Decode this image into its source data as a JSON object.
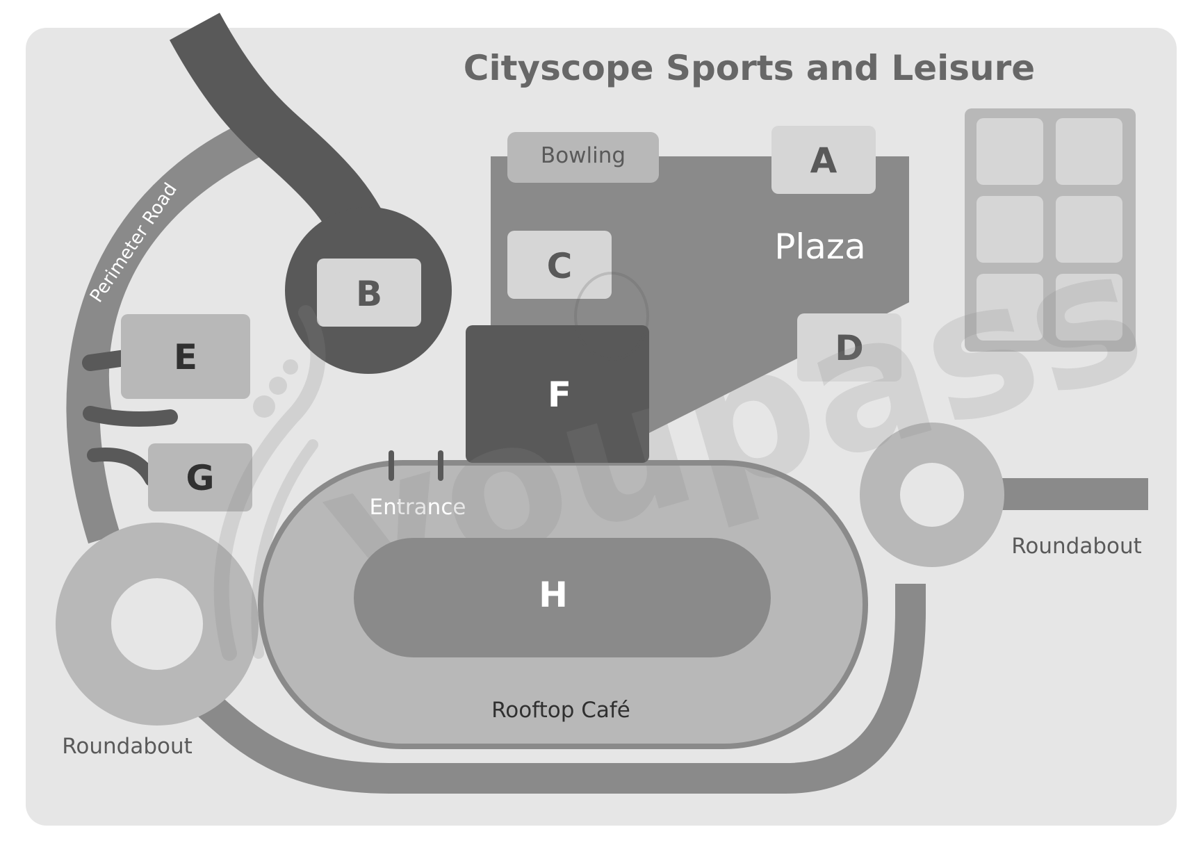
{
  "title": "Cityscope Sports and Leisure",
  "road_label": "Perimeter Road",
  "areas": {
    "bowling": "Bowling",
    "plaza": "Plaza",
    "entrance": "Entrance",
    "rooftop_cafe": "Rooftop Café"
  },
  "roundabouts": {
    "left": "Roundabout",
    "right": "Roundabout"
  },
  "buildings": {
    "a": "A",
    "b": "B",
    "c": "C",
    "d": "D",
    "e": "E",
    "f": "F",
    "g": "G",
    "h": "H"
  },
  "watermark": "youpass",
  "colors": {
    "panel": "#e6e6e6",
    "road_dark": "#595959",
    "road_mid": "#8a8a8a",
    "light_box": "#d6d6d6",
    "oval_fill": "#b8b8b8",
    "title": "#676767"
  }
}
